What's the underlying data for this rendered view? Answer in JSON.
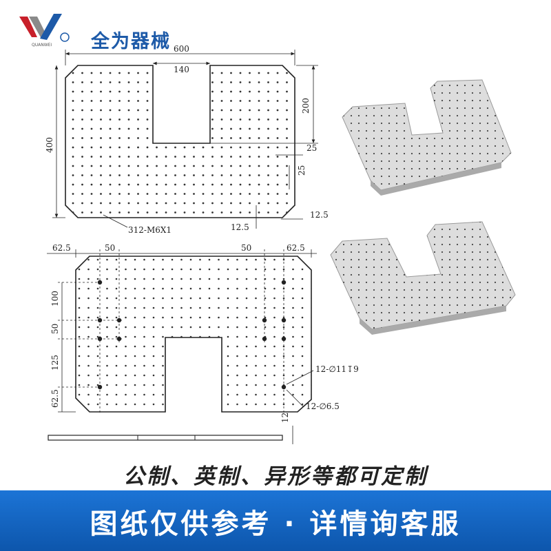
{
  "brand": {
    "name": "全为器械",
    "sub": "QUANWEI",
    "colors": {
      "blue": "#1d5aa8",
      "red": "#c8202a",
      "gray": "#777777"
    }
  },
  "drawing_top": {
    "width_total": "600",
    "slot_width": "140",
    "slot_depth": "200",
    "height_total": "400",
    "edge_25_h": "25",
    "edge_25_v": "25",
    "edge_12_5_right": "12.5",
    "edge_12_5_bottom": "12.5",
    "holes_note": "312-M6X1"
  },
  "drawing_bottom": {
    "left_offset": "62.5",
    "left_pitch": "50",
    "right_pitch": "50",
    "right_offset": "62.5",
    "v_100": "100",
    "v_50": "50",
    "v_125": "125",
    "v_62_5": "62.5",
    "counterbore_note": "12-∅11↧9",
    "through_note": "12-∅6.5",
    "thickness": "12"
  },
  "subtitle": "公制、英制、异形等都可定制",
  "banner": {
    "text": "图纸仅供参考 · 详情询客服",
    "color": "#1565c8"
  }
}
